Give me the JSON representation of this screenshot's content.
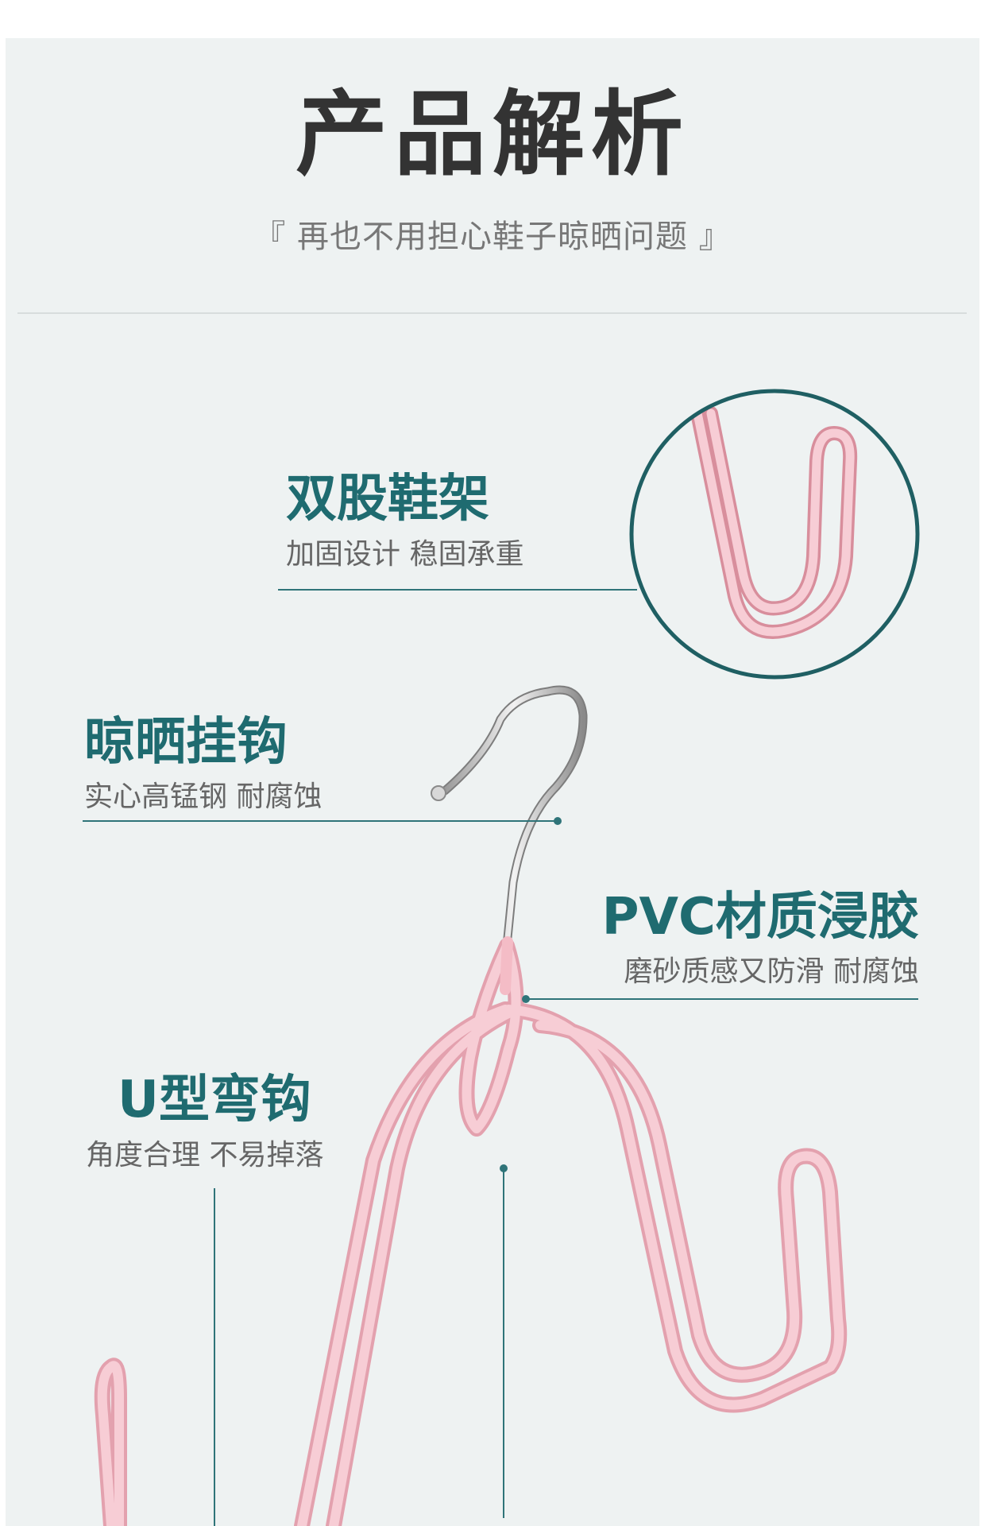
{
  "header": {
    "title": "产品解析",
    "subtitle": "『 再也不用担心鞋子晾晒问题 』"
  },
  "features": [
    {
      "title": "双股鞋架",
      "desc": "加固设计 稳固承重"
    },
    {
      "title": "晾晒挂钩",
      "desc": "实心高锰钢 耐腐蚀"
    },
    {
      "title": "PVC材质浸胶",
      "desc": "磨砂质感又防滑 耐腐蚀"
    },
    {
      "title": "U型弯钩",
      "desc": "角度合理 不易掉落"
    }
  ],
  "colors": {
    "accent": "#1f6b70",
    "hanger_pink": "#f4c6cf",
    "background": "#eef2f2"
  }
}
